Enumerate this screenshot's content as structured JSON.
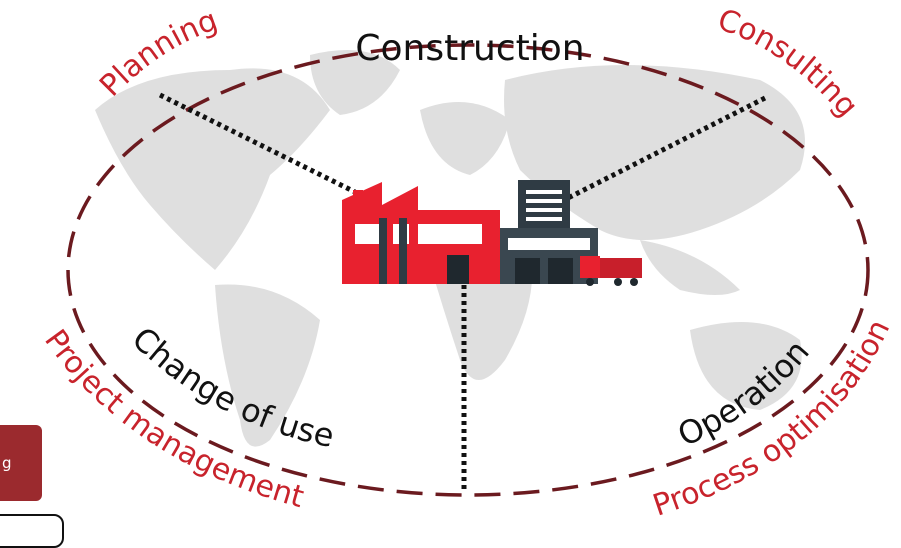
{
  "labels": {
    "top": "Construction",
    "top_left": "Planning",
    "top_right": "Consulting",
    "bottom_left_inner": "Change of use",
    "bottom_right_inner": "Operation",
    "bottom_left_outer": "Project management",
    "bottom_right_outer": "Process optimisation"
  },
  "side_tab": {
    "text": "g"
  },
  "colors": {
    "accent": "#c8232c",
    "ellipse": "#6b1a1f",
    "map": "#d9d9d9",
    "factory_red": "#e8212f",
    "building_dark": "#2f3b44",
    "text_dark": "#111111"
  }
}
